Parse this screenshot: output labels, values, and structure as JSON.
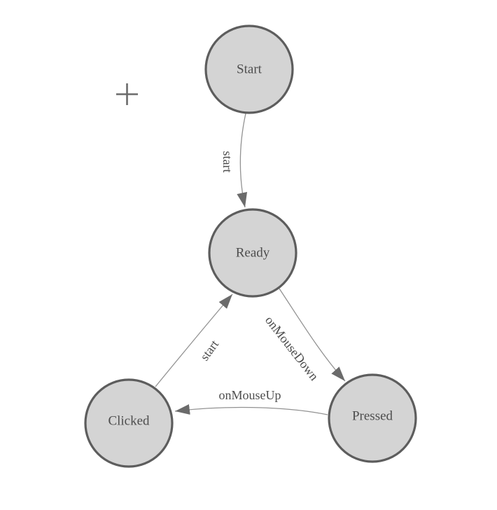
{
  "palette": {
    "background": "#ffffff",
    "node_fill": "#d4d4d4",
    "node_stroke": "#5d5d5d",
    "node_text": "#4d4d4d",
    "edge_stroke": "#929292",
    "arrow_fill": "#6b6b6b",
    "edge_text": "#4d4d4d",
    "origin_cross": "#6b6b6b"
  },
  "diagram": {
    "type": "state-machine",
    "nodes": [
      {
        "id": "start",
        "label": "Start"
      },
      {
        "id": "ready",
        "label": "Ready"
      },
      {
        "id": "clicked",
        "label": "Clicked"
      },
      {
        "id": "pressed",
        "label": "Pressed"
      }
    ],
    "edges": [
      {
        "id": "start-to-ready",
        "from": "start",
        "to": "ready",
        "label": "start"
      },
      {
        "id": "ready-to-pressed",
        "from": "ready",
        "to": "pressed",
        "label": "onMouseDown"
      },
      {
        "id": "pressed-to-clicked",
        "from": "pressed",
        "to": "clicked",
        "label": "onMouseUp"
      },
      {
        "id": "clicked-to-ready",
        "from": "clicked",
        "to": "ready",
        "label": "start"
      }
    ]
  }
}
